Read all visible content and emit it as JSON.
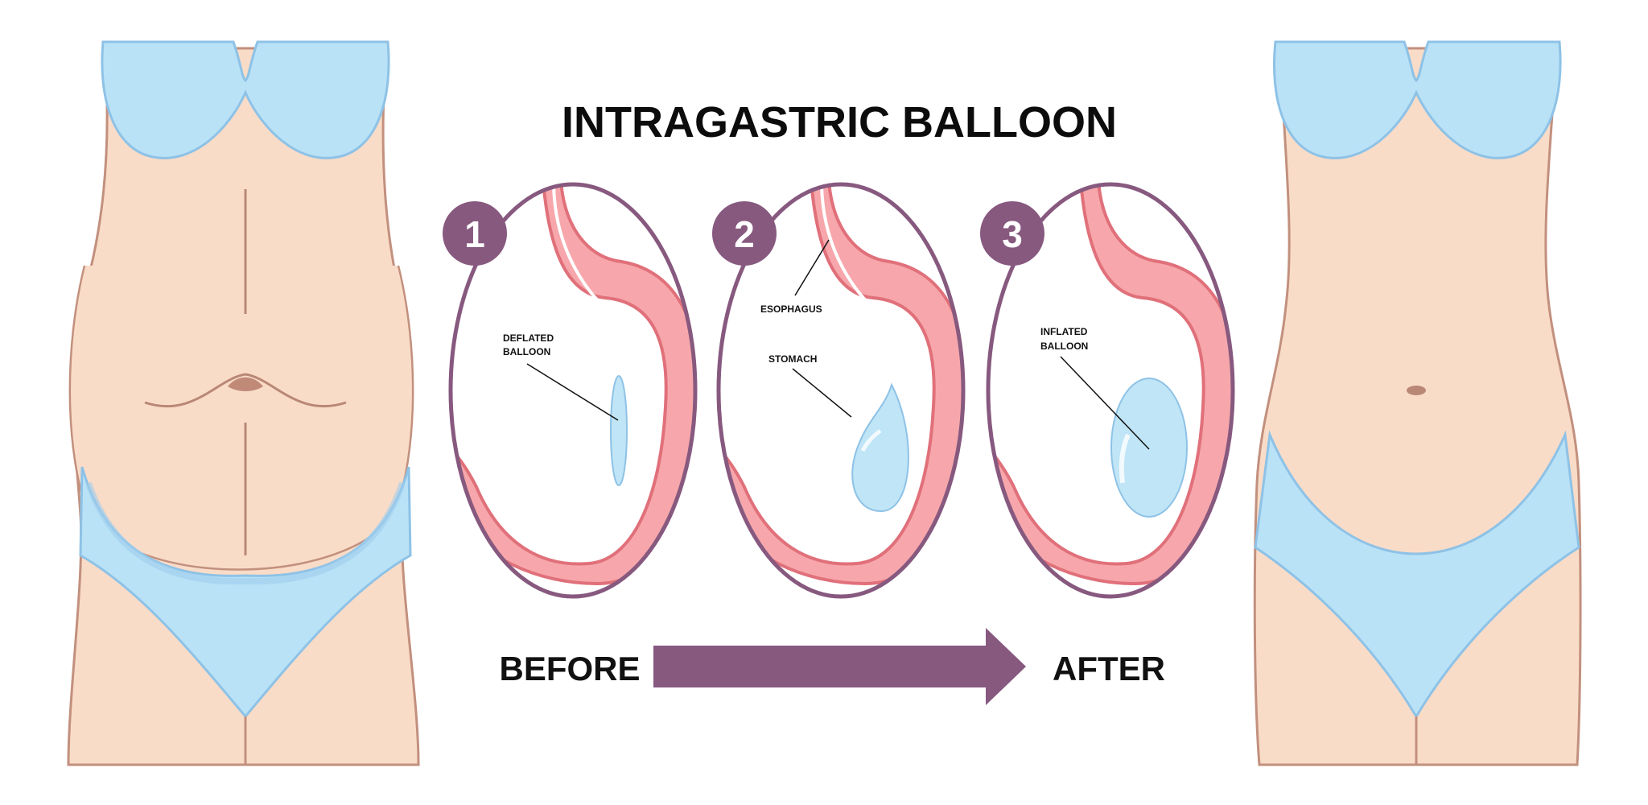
{
  "title": "INTRAGASTRIC BALLOON",
  "steps": [
    {
      "number": "1",
      "labels": [
        "DEFLATED",
        "BALLOON"
      ]
    },
    {
      "number": "2",
      "labels": [
        "ESOPHAGUS",
        "STOMACH"
      ]
    },
    {
      "number": "3",
      "labels": [
        "INFLATED",
        "BALLOON"
      ]
    }
  ],
  "before_label": "BEFORE",
  "after_label": "AFTER",
  "colors": {
    "skin": "#f9dcc8",
    "skin_outline": "#c2907e",
    "garment": "#b9e2f7",
    "garment_outline": "#8ec2e6",
    "stomach": "#f7a7ab",
    "stomach_outline": "#e0707a",
    "balloon": "#bfe5f6",
    "accent_purple": "#87597f",
    "text": "#111111"
  },
  "icons": [
    "before-body-figure",
    "after-body-figure",
    "stomach-illustration",
    "balloon-shape",
    "right-arrow-icon"
  ]
}
